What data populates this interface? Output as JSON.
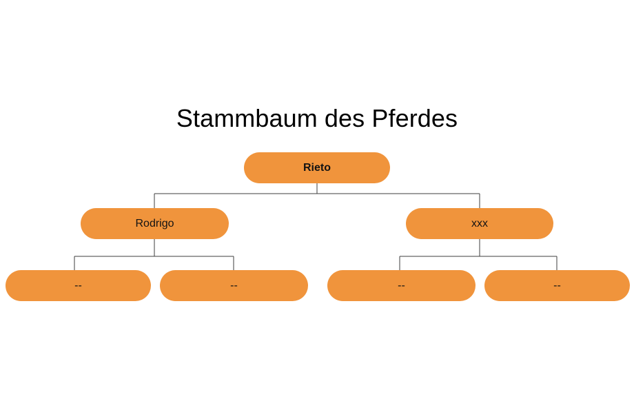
{
  "chart_data": {
    "type": "diagram",
    "diagram_kind": "tree",
    "title": "Stammbaum des Pferdes",
    "orientation": "top-down",
    "node_color": "#f0943c",
    "node_text_color": "#131313",
    "connector_color": "#3d3d3d",
    "background": "#ffffff",
    "levels": 3,
    "nodes": [
      {
        "id": "root",
        "label": "Rieto",
        "level": 0,
        "bold": true,
        "parent": null
      },
      {
        "id": "l2a",
        "label": "Rodrigo",
        "level": 1,
        "bold": false,
        "parent": "root"
      },
      {
        "id": "l2b",
        "label": "xxx",
        "level": 1,
        "bold": false,
        "parent": "root"
      },
      {
        "id": "l3a",
        "label": "--",
        "level": 2,
        "bold": false,
        "parent": "l2a"
      },
      {
        "id": "l3b",
        "label": "--",
        "level": 2,
        "bold": false,
        "parent": "l2a"
      },
      {
        "id": "l3c",
        "label": "--",
        "level": 2,
        "bold": false,
        "parent": "l2b"
      },
      {
        "id": "l3d",
        "label": "--",
        "level": 2,
        "bold": false,
        "parent": "l2b"
      }
    ],
    "edges": [
      {
        "from": "root",
        "to": "l2a"
      },
      {
        "from": "root",
        "to": "l2b"
      },
      {
        "from": "l2a",
        "to": "l3a"
      },
      {
        "from": "l2a",
        "to": "l3b"
      },
      {
        "from": "l2b",
        "to": "l3c"
      },
      {
        "from": "l2b",
        "to": "l3d"
      }
    ]
  },
  "title": {
    "text": "Stammbaum des Pferdes"
  },
  "tree": {
    "root": {
      "label": "Rieto"
    },
    "level2": [
      {
        "label": "Rodrigo"
      },
      {
        "label": "xxx"
      }
    ],
    "level3": [
      {
        "label": "--"
      },
      {
        "label": "--"
      },
      {
        "label": "--"
      },
      {
        "label": "--"
      }
    ]
  }
}
